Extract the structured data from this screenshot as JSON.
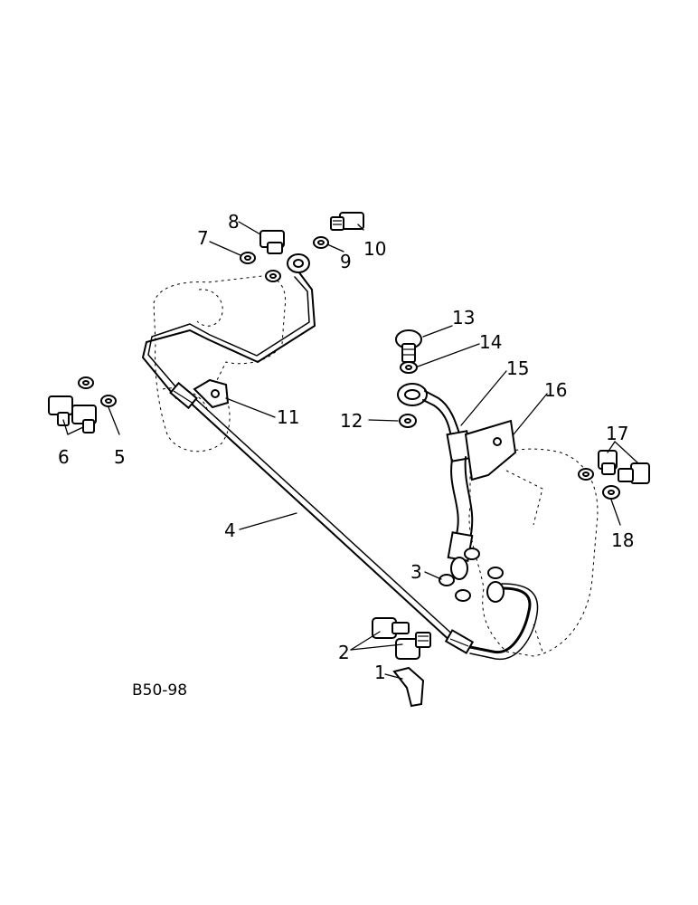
{
  "figure": {
    "code": "B50-98",
    "callouts": [
      "1",
      "2",
      "3",
      "4",
      "5",
      "6",
      "7",
      "8",
      "9",
      "10",
      "11",
      "12",
      "13",
      "14",
      "15",
      "16",
      "17",
      "18"
    ]
  },
  "colors": {
    "ink": "#000000",
    "paper": "#ffffff"
  }
}
